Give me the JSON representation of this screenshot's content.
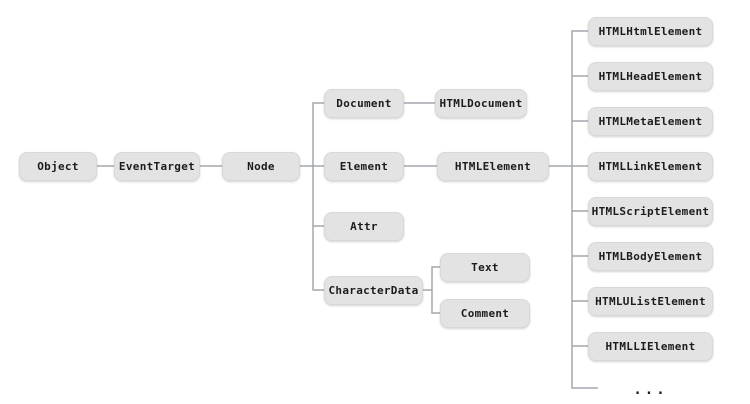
{
  "diagram": {
    "description": "DOM class hierarchy tree",
    "nodes": {
      "object": "Object",
      "eventTarget": "EventTarget",
      "node": "Node",
      "document": "Document",
      "htmlDocument": "HTMLDocument",
      "element": "Element",
      "htmlElement": "HTMLElement",
      "attr": "Attr",
      "characterData": "CharacterData",
      "text": "Text",
      "comment": "Comment",
      "htmlHtmlElement": "HTMLHtmlElement",
      "htmlHeadElement": "HTMLHeadElement",
      "htmlMetaElement": "HTMLMetaElement",
      "htmlLinkElement": "HTMLLinkElement",
      "htmlScriptElement": "HTMLScriptElement",
      "htmlBodyElement": "HTMLBodyElement",
      "htmlUListElement": "HTMLUListElement",
      "htmlLIElement": "HTMLLIElement",
      "ellipsis": "..."
    },
    "connections": [
      [
        "Object",
        "EventTarget"
      ],
      [
        "EventTarget",
        "Node"
      ],
      [
        "Node",
        "Document"
      ],
      [
        "Node",
        "Element"
      ],
      [
        "Node",
        "Attr"
      ],
      [
        "Node",
        "CharacterData"
      ],
      [
        "Document",
        "HTMLDocument"
      ],
      [
        "Element",
        "HTMLElement"
      ],
      [
        "CharacterData",
        "Text"
      ],
      [
        "CharacterData",
        "Comment"
      ],
      [
        "HTMLElement",
        "HTMLHtmlElement"
      ],
      [
        "HTMLElement",
        "HTMLHeadElement"
      ],
      [
        "HTMLElement",
        "HTMLMetaElement"
      ],
      [
        "HTMLElement",
        "HTMLLinkElement"
      ],
      [
        "HTMLElement",
        "HTMLScriptElement"
      ],
      [
        "HTMLElement",
        "HTMLBodyElement"
      ],
      [
        "HTMLElement",
        "HTMLUListElement"
      ],
      [
        "HTMLElement",
        "HTMLLIElement"
      ],
      [
        "HTMLElement",
        "..."
      ]
    ],
    "colors": {
      "background": "#ffffff",
      "box_fill": "#e3e3e3",
      "box_border": "#d8d8d8",
      "line": "#a3a7ad",
      "text": "#1c1c1c"
    }
  }
}
